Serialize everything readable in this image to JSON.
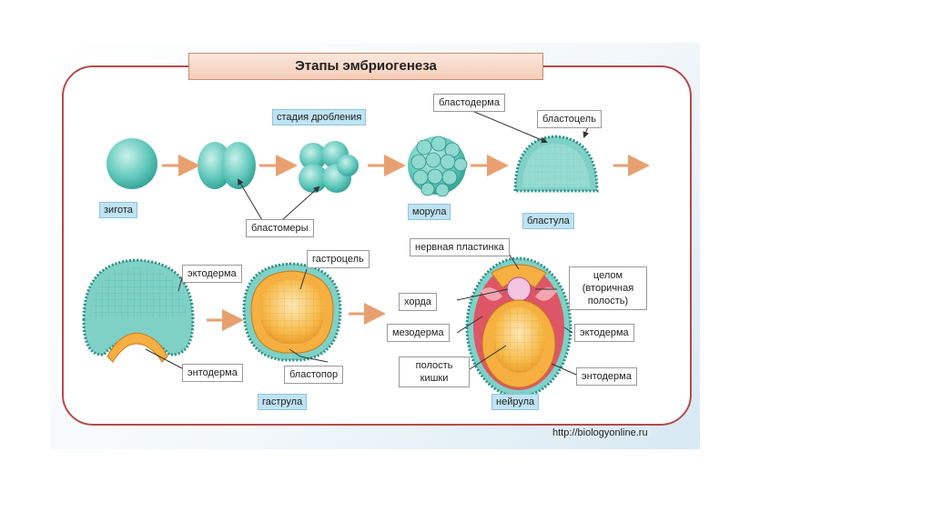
{
  "title": "Этапы эмбриогенеза",
  "source_url": "http://biologyonline.ru",
  "stages": {
    "cleavage": "стадия дробления",
    "zygote": "зигота",
    "blastomeres": "бластомеры",
    "morula": "морула",
    "blastula": "бластула",
    "gastrula": "гаструла",
    "neurula": "нейрула"
  },
  "callouts": {
    "blastoderm": "бластодерма",
    "blastocoel": "бластоцель",
    "ectoderm_gastrula": "эктодерма",
    "gastrocoel": "гастроцель",
    "endoderm_gastrula": "энтодерма",
    "blastopore": "бластопор",
    "neural_plate": "нервная пластинка",
    "coelom": "целом (вторичная полость)",
    "chorda": "хорда",
    "mesoderm": "мезодерма",
    "ectoderm_neurula": "эктодерма",
    "gut_cavity": "полость кишки",
    "endoderm_neurula": "энтодерма"
  },
  "colors": {
    "frame": "#b54a4a",
    "cell": "#5cc3b9",
    "label_bg": "#bfe3f3",
    "arrow": "#e9a070",
    "endoderm": "#f5b041",
    "mesoderm": "#e05566",
    "chorda": "#f2c4e0"
  }
}
